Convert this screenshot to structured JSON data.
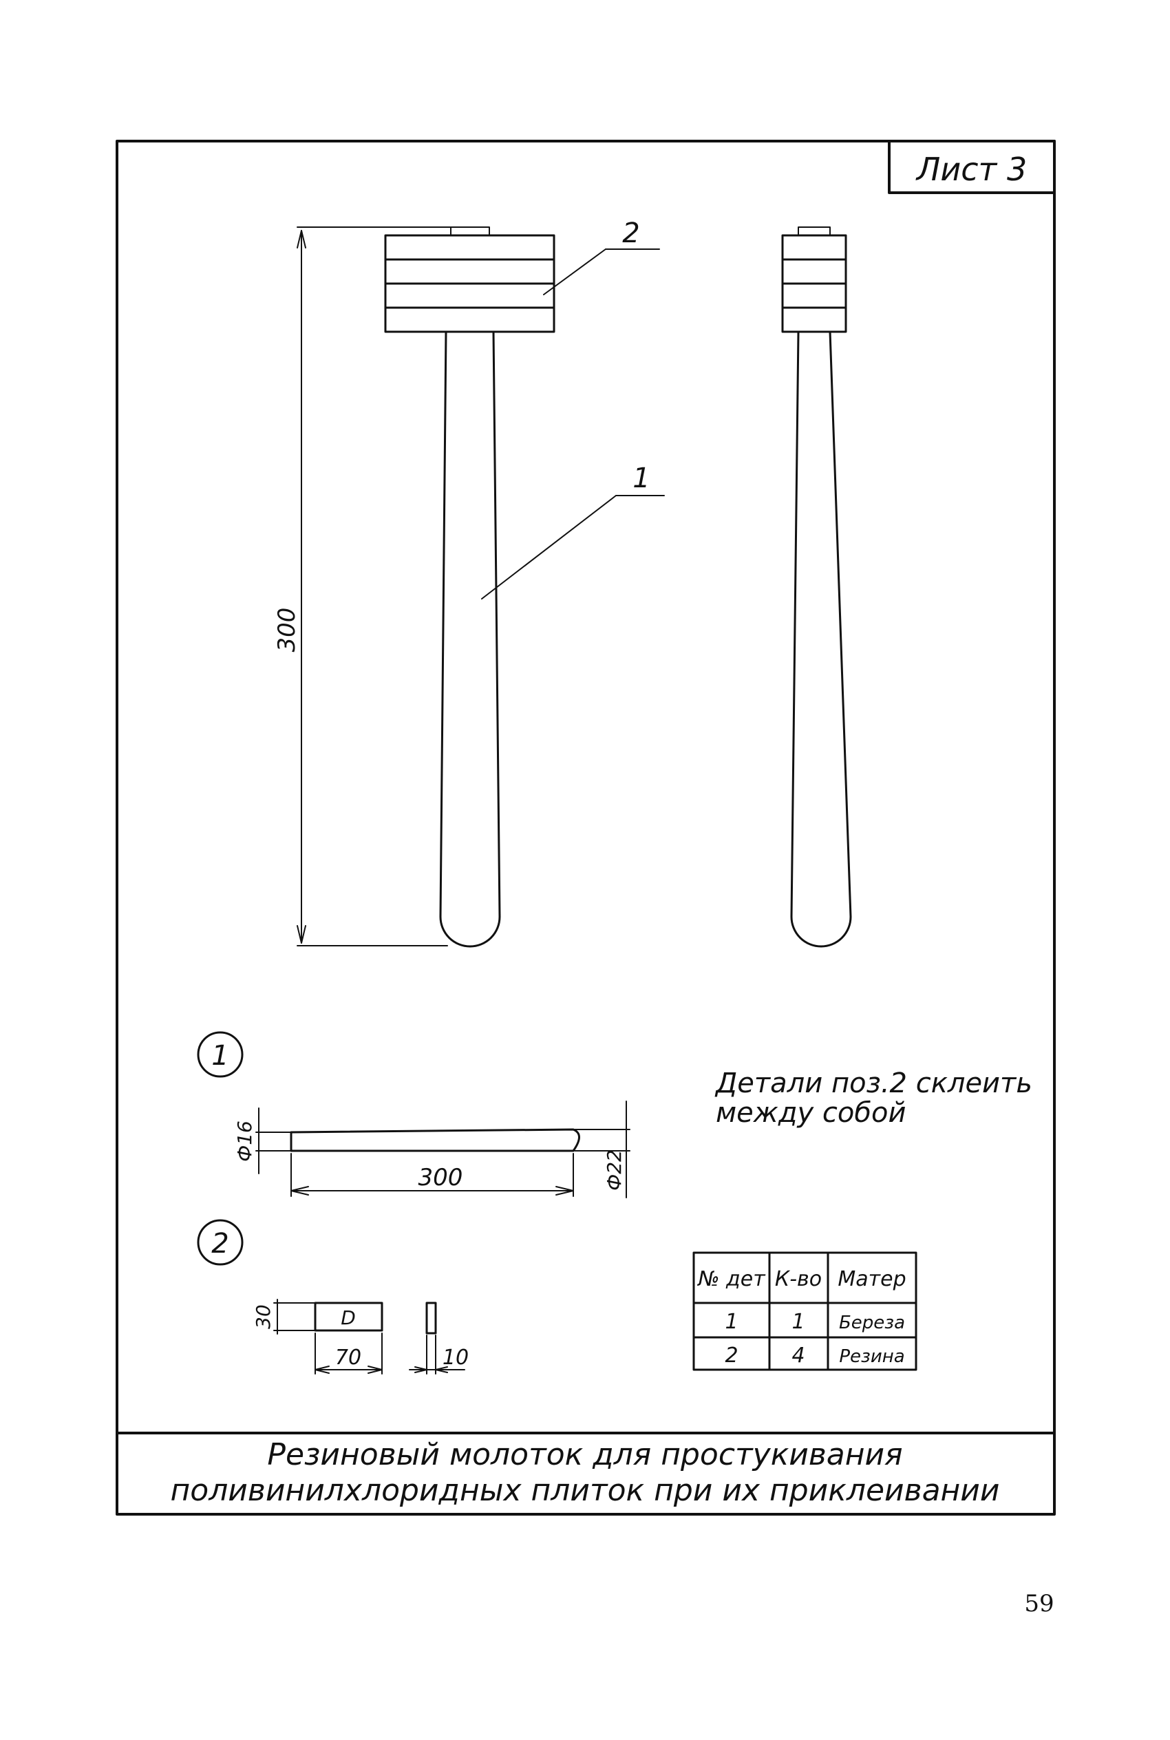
{
  "sheet_label": "Лист 3",
  "callouts": {
    "part_1": "1",
    "part_2": "2"
  },
  "dimensions": {
    "overall_length": "300",
    "handle_length": "300",
    "handle_diameter_small": "Ф16",
    "handle_diameter_large": "Ф22",
    "pad_height": "30",
    "pad_diameter": "70",
    "pad_thickness": "10",
    "pad_diameter_symbol": "D"
  },
  "detail_markers": {
    "detail_1": "1",
    "detail_2": "2"
  },
  "note": [
    "Детали поз.2 склеить",
    "между собой"
  ],
  "parts_table": {
    "headers": [
      "№ дет",
      "К-во",
      "Матер"
    ],
    "rows": [
      [
        "1",
        "1",
        "Береза"
      ],
      [
        "2",
        "4",
        "Резина"
      ]
    ]
  },
  "title": [
    "Резиновый молоток для простукивания",
    "поливинилхлоридных плиток при их приклеивании"
  ],
  "page_number": "59"
}
